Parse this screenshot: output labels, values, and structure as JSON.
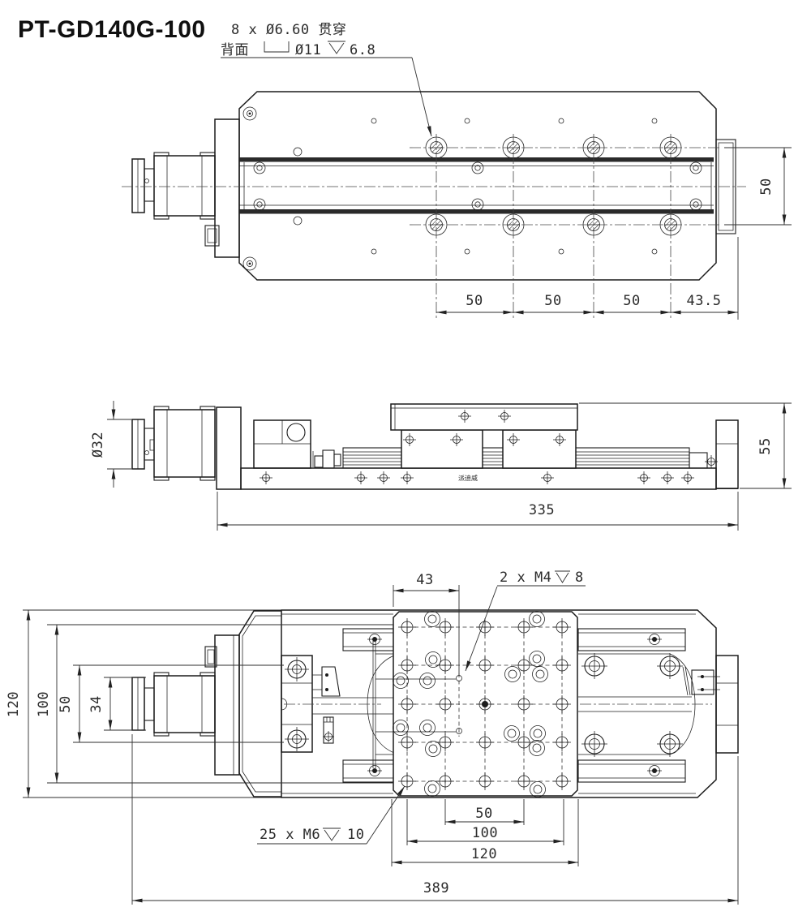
{
  "title": "PT-GD140G-100",
  "colors": {
    "background": "#ffffff",
    "line": "#1c1c1c",
    "dimension": "#2e2e2e"
  },
  "top_view": {
    "note_line1": "8 x Ø6.60 贯穿",
    "note_line2": {
      "prefix": "背面",
      "counterbore": "Ø11",
      "depth": "6.8"
    },
    "dim_50_1": "50",
    "dim_50_2": "50",
    "dim_50_3": "50",
    "dim_43_5": "43.5",
    "dim_width": "50"
  },
  "side_view": {
    "dim_knob": "Ø32",
    "dim_height": "55",
    "dim_length": "335",
    "brand": "派迪威"
  },
  "bottom_view": {
    "dim_43": "43",
    "note_m4": {
      "prefix": "2 x M4",
      "depth": "8"
    },
    "note_m6": {
      "prefix": "25 x M6",
      "depth": "10"
    },
    "dim_120_left": "120",
    "dim_100_left": "100",
    "dim_50_left": "50",
    "dim_34": "34",
    "dim_50_bottom": "50",
    "dim_100_bottom": "100",
    "dim_120_bottom": "120",
    "dim_389": "389"
  }
}
